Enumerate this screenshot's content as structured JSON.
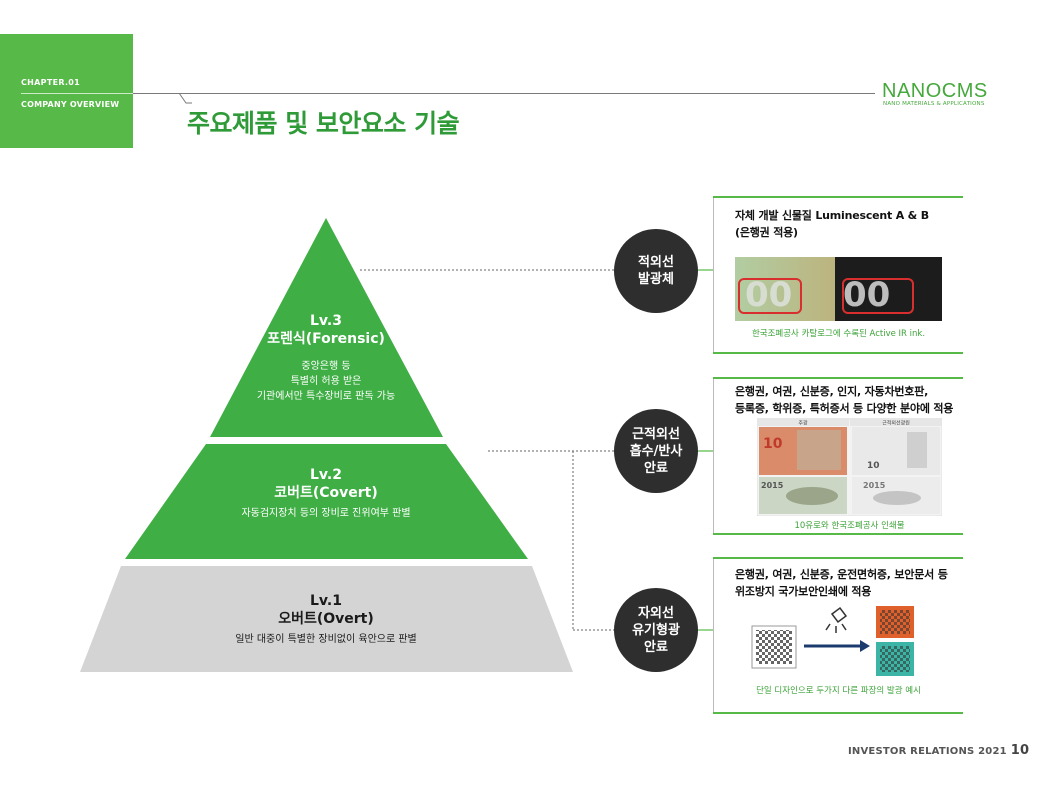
{
  "header": {
    "chapter": "CHAPTER.01",
    "section": "COMPANY OVERVIEW",
    "title": "주요제품 및 보안요소 기술",
    "logo": "NANOCMS",
    "logo_sub": "NANO MATERIALS & APPLICATIONS"
  },
  "pyramid": {
    "lv3": {
      "level": "Lv.3",
      "name": "포렌식(Forensic)",
      "desc": [
        "중앙은행 등",
        "특별히 허용 받은",
        "기관에서만 특수장비로 판독 가능"
      ]
    },
    "lv2": {
      "level": "Lv.2",
      "name": "코버트(Covert)",
      "desc": "자동검지장치 등의 장비로 진위여부 판별"
    },
    "lv1": {
      "level": "Lv.1",
      "name": "오버트(Overt)",
      "desc": "일반 대중이 특별한 장비없이  육안으로 판별"
    }
  },
  "circles": {
    "ir": [
      "적외선",
      "발광체"
    ],
    "nir": [
      "근적외선",
      "흡수/반사",
      "안료"
    ],
    "uv": [
      "자외선",
      "유기형광",
      "안료"
    ]
  },
  "panels": {
    "ir": {
      "lines": [
        "자체 개발 신물질 Luminescent A & B",
        "(은행권 적용)"
      ],
      "caption": "한국조폐공사 카탈로그에 수록된 Active IR ink."
    },
    "nir": {
      "lines": [
        "은행권, 여권, 신분증, 인지, 자동차번호판,",
        "등록증, 학위증, 특허증서 등 다양한 분야에 적용"
      ],
      "caption": "10유로와 한국조폐공사 인쇄물",
      "img_labels": [
        "주광",
        "근적외선광원",
        "10",
        "10",
        "2015",
        "2015"
      ]
    },
    "uv": {
      "lines": [
        "은행권, 여권, 신분증, 운전면허증, 보안문서 등",
        "위조방지 국가보안인쇄에 적용"
      ],
      "caption": "단일 디자인으로 두가지 다른 파장의 발광 예시"
    }
  },
  "colors": {
    "brand_green": "#57b947",
    "title_green": "#2f9b38",
    "lv1_gray": "#d4d4d4",
    "circle": "#2e2e2e"
  },
  "footer": {
    "label": "INVESTOR RELATIONS 2021",
    "page": "10"
  }
}
